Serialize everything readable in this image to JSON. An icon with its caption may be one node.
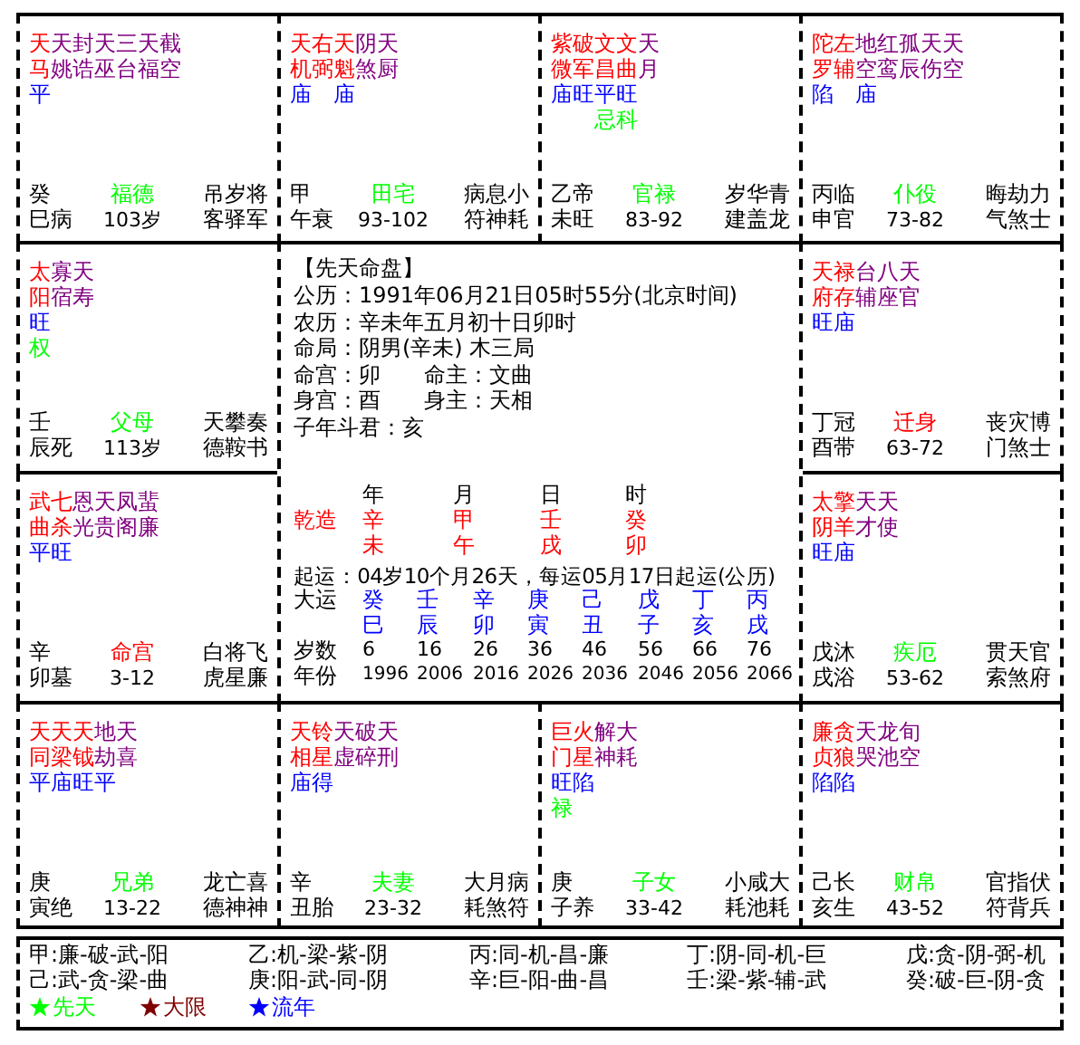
{
  "diagram": {
    "nodes": [
      {
        "text": [
          "天马",
          "天姚",
          "封诰",
          "天巫",
          "三台",
          "天福",
          "截空",
          "平",
          "癸巳",
          "病",
          "福德",
          "103岁",
          "吊客",
          "岁驿",
          "将军"
        ]
      },
      {
        "text": [
          "天机",
          "右弼",
          "天魁",
          "阴煞",
          "天厨",
          "庙",
          "庙",
          "甲午",
          "衰",
          "田宅",
          "93-102",
          "病符",
          "息神",
          "小耗"
        ]
      },
      {
        "text": [
          "紫微",
          "破军",
          "文昌",
          "文曲",
          "天月",
          "庙",
          "旺",
          "平",
          "旺",
          "忌",
          "科",
          "乙未",
          "帝旺",
          "官禄",
          "83-92",
          "岁建",
          "华盖",
          "青龙"
        ]
      },
      {
        "text": [
          "陀罗",
          "左辅",
          "地空",
          "红鸾",
          "孤辰",
          "天伤",
          "天空",
          "陷",
          "庙",
          "丙申",
          "临官",
          "仆役",
          "73-82",
          "晦气",
          "劫煞",
          "力士"
        ]
      },
      {
        "text": [
          "太阳",
          "寡宿",
          "天寿",
          "旺",
          "权",
          "壬辰",
          "死",
          "父母",
          "113岁",
          "天德",
          "攀鞍",
          "奏书"
        ]
      },
      {
        "text": [
          "【先天命盘】",
          "公历：1991年06月21日05时55分(北京时间)",
          "农历：辛未年五月初十日卯时",
          "命局：阴男(辛未) 木三局",
          "命宫：卯",
          "命主：文曲",
          "身宫：酉",
          "身主：天相",
          "子年斗君：亥",
          "年",
          "月",
          "日",
          "时",
          "乾造",
          "辛未",
          "甲午",
          "壬戌",
          "癸卯",
          "起运：04岁10个月26天，每运05月17日起运(公历)",
          "大运",
          "癸巳",
          "壬辰",
          "辛卯",
          "庚寅",
          "己丑",
          "戊子",
          "丁亥",
          "丙戌",
          "岁数",
          "6",
          "16",
          "26",
          "36",
          "46",
          "56",
          "66",
          "76",
          "年份",
          "1996",
          "2006",
          "2016",
          "2026",
          "2036",
          "2046",
          "2056",
          "2066"
        ]
      },
      {
        "text": [
          "天府",
          "禄存",
          "台辅",
          "八座",
          "天官",
          "旺",
          "庙",
          "丁酉",
          "冠带",
          "迁身",
          "63-72",
          "丧门",
          "灾煞",
          "博士"
        ]
      },
      {
        "text": [
          "武曲",
          "七杀",
          "恩光",
          "天贵",
          "凤阁",
          "蜚廉",
          "平",
          "旺",
          "辛卯",
          "墓",
          "命宫",
          "3-12",
          "白虎",
          "将星",
          "飞廉"
        ]
      },
      {
        "text": [
          "太阴",
          "擎羊",
          "天才",
          "天使",
          "旺",
          "庙",
          "戊戌",
          "沐浴",
          "疾厄",
          "53-62",
          "贯索",
          "天煞",
          "官府"
        ]
      },
      {
        "text": [
          "天同",
          "天梁",
          "天钺",
          "地劫",
          "天喜",
          "平",
          "庙",
          "旺",
          "平",
          "庚寅",
          "绝",
          "兄弟",
          "13-22",
          "龙德",
          "亡神",
          "喜神"
        ]
      },
      {
        "text": [
          "天相",
          "铃星",
          "天虚",
          "破碎",
          "天刑",
          "庙",
          "得",
          "辛丑",
          "胎",
          "夫妻",
          "23-32",
          "大耗",
          "月煞",
          "病符"
        ]
      },
      {
        "text": [
          "巨门",
          "火星",
          "解神",
          "大耗",
          "旺",
          "陷",
          "禄",
          "庚子",
          "养",
          "子女",
          "33-42",
          "小耗",
          "咸池",
          "大耗"
        ]
      },
      {
        "text": [
          "廉贞",
          "贪狼",
          "天哭",
          "龙池",
          "旬空",
          "陷",
          "陷",
          "己亥",
          "长生",
          "财帛",
          "43-52",
          "官符",
          "指背",
          "伏兵"
        ]
      },
      {
        "text": [
          "甲:廉-破-武-阳",
          "乙:机-梁-紫-阴",
          "丙:同-机-昌-廉",
          "丁:阴-同-机-巨",
          "戊:贪-阴-弼-机",
          "己:武-贪-梁-曲",
          "庚:阳-武-同-阴",
          "辛:巨-阳-曲-昌",
          "壬:梁-紫-辅-武",
          "癸:破-巨-阴-贪"
        ]
      }
    ],
    "legend": [
      {
        "text": "先天",
        "color": "#00ff00"
      },
      {
        "text": "大限",
        "color": "#800000"
      },
      {
        "text": "流年",
        "color": "#0000ff"
      }
    ]
  }
}
